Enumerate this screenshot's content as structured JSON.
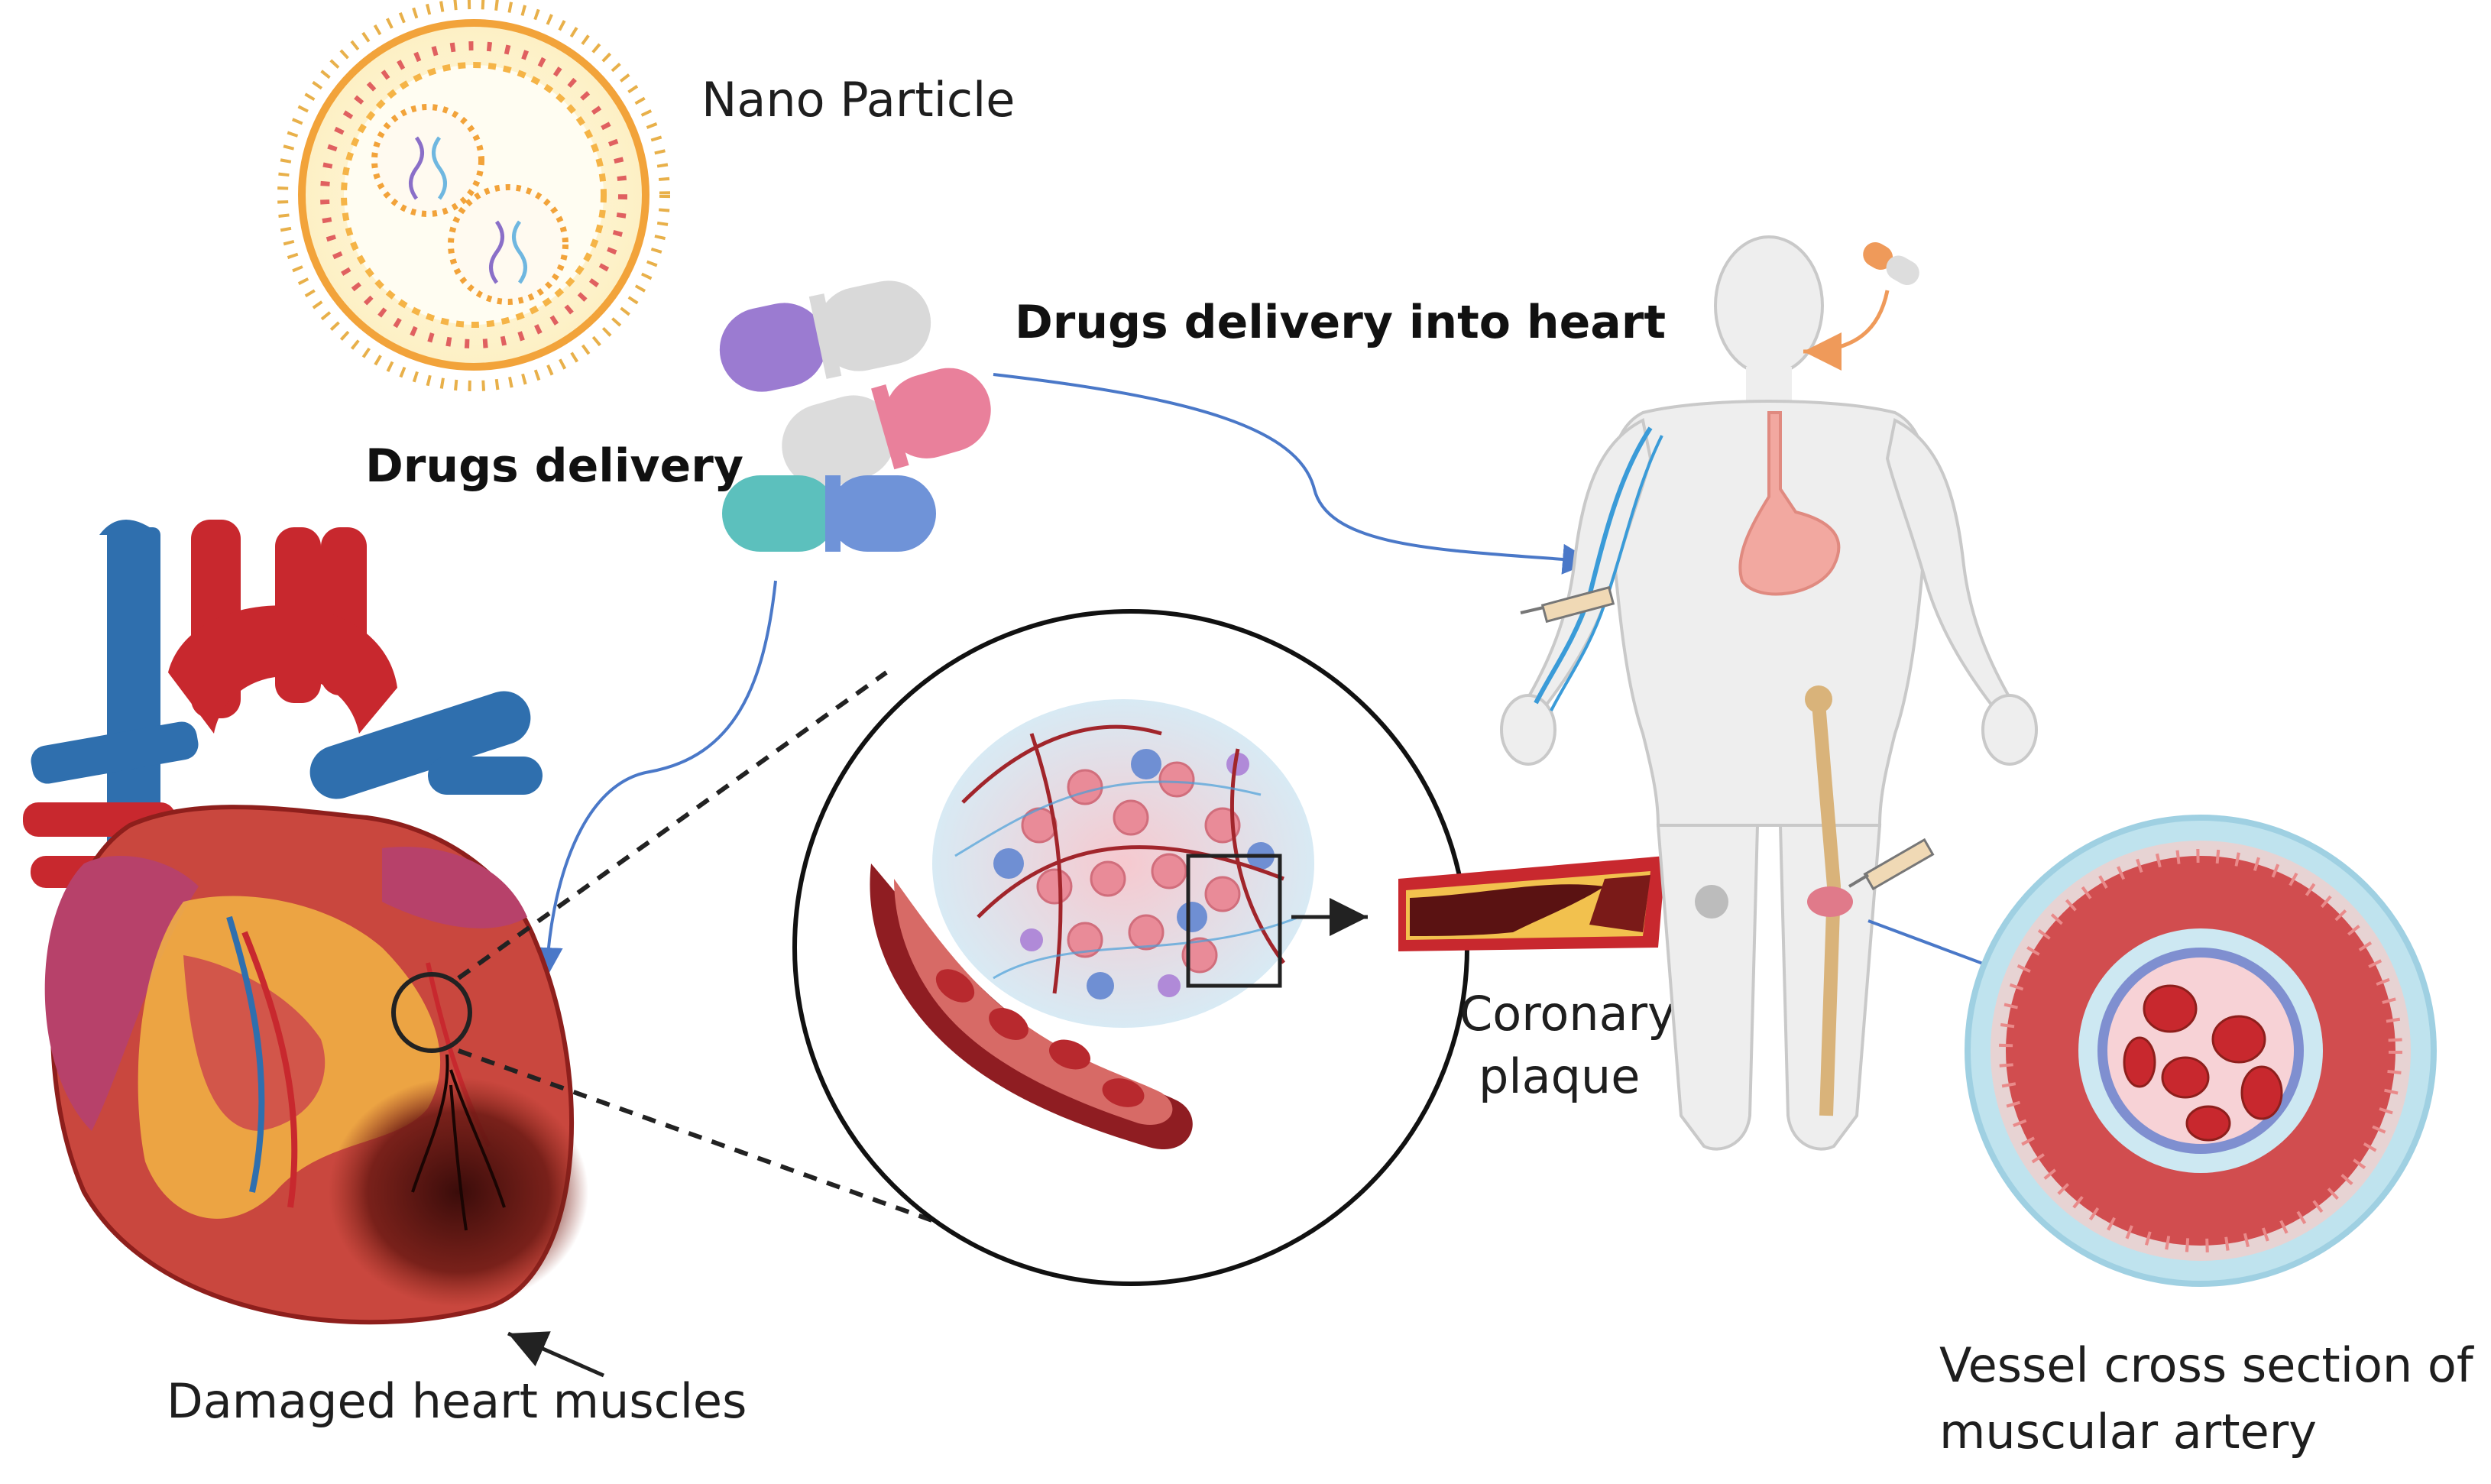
{
  "labels": {
    "nano_particle": "Nano Particle",
    "drugs_delivery": "Drugs delivery",
    "drugs_delivery_heart": "Drugs delivery into heart",
    "coronary_line1": "Coronary",
    "coronary_line2": "plaque",
    "damaged_heart": "Damaged heart muscles",
    "vessel_line1": "Vessel cross section of",
    "vessel_line2": "muscular artery"
  },
  "colors": {
    "arrow_blue": "#4a78c8",
    "vessel_red": "#b8292e",
    "vein_blue": "#2f6fae",
    "plaque_yellow": "#f2c14e",
    "capsule_purple": "#9b7bd1",
    "capsule_pink": "#e9809b",
    "capsule_teal": "#5cc0bd",
    "capsule_blue": "#6f93d8"
  }
}
